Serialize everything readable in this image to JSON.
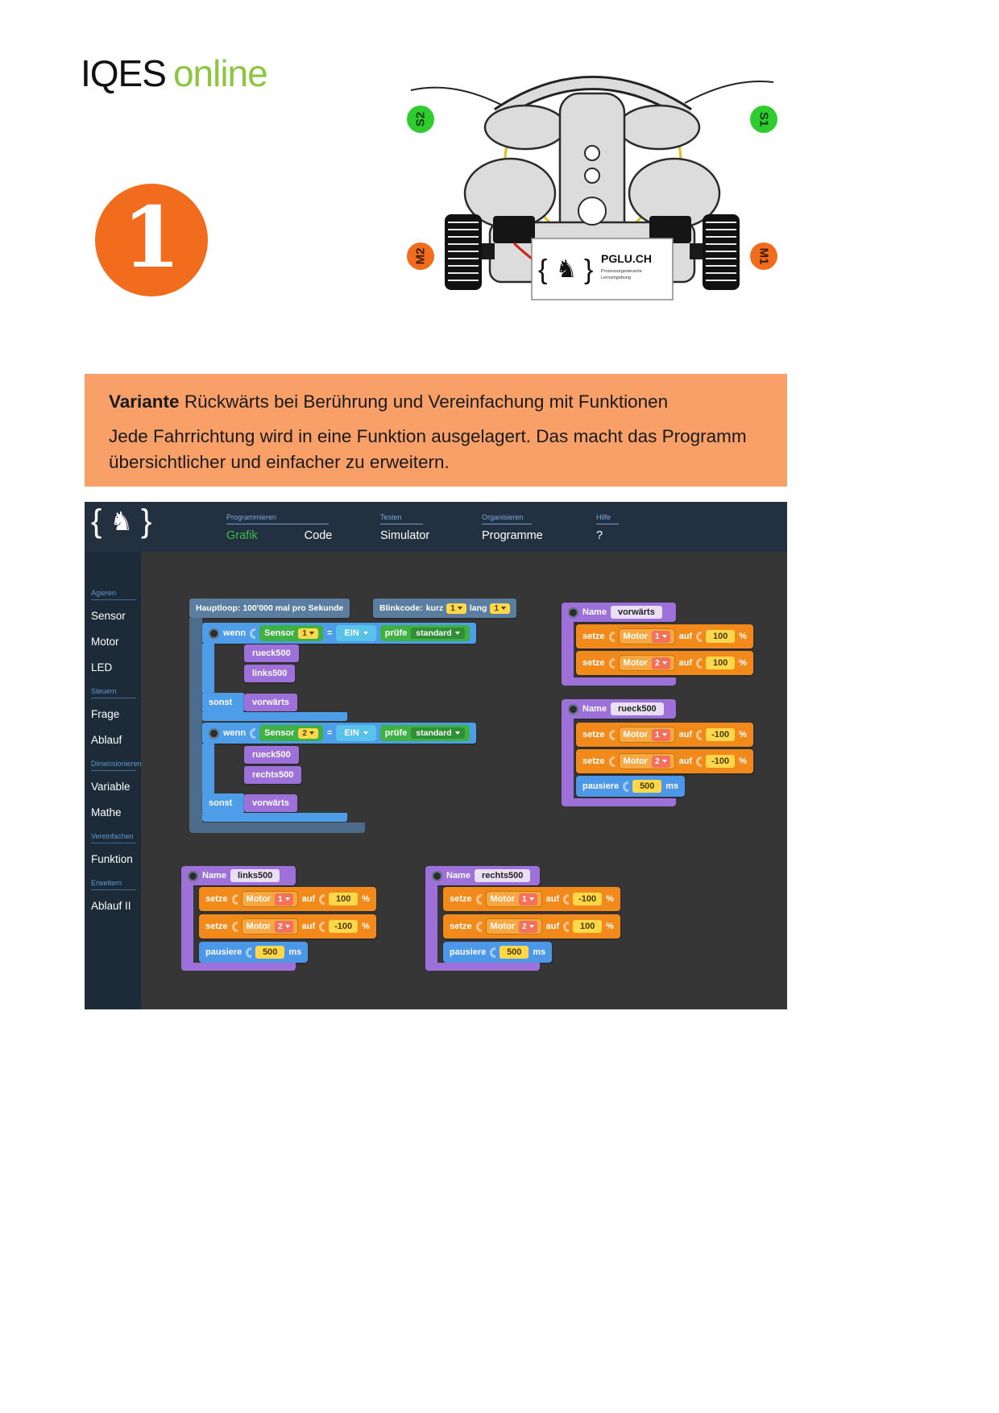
{
  "icons": {
    "horse": "♞",
    "brace_open": "{",
    "brace_close": "}"
  },
  "page": {
    "logo_iqes": "IQES",
    "logo_online": "online",
    "step_number": "1",
    "diagram": {
      "s2": "S2",
      "s1": "S1",
      "m2": "M2",
      "m1": "M1",
      "pglu_brand": "PGLU.CH",
      "pglu_sub1": "Prozessorgesteuerte",
      "pglu_sub2": "Lernumgebung"
    },
    "variant_box": {
      "heading_bold": "Variante",
      "heading_rest": "Rückwärts bei Berührung und Vereinfachung mit Funktionen",
      "body": "Jede Fahrrichtung wird in eine Funktion ausgelagert. Das macht das Programm übersichtlicher und einfacher zu erweitern."
    }
  },
  "app": {
    "menu": {
      "programmieren": "Programmieren",
      "grafik": "Grafik",
      "code": "Code",
      "testen": "Testen",
      "simulator": "Simulator",
      "organisieren": "Organisieren",
      "programme": "Programme",
      "hilfe": "Hilfe",
      "hilfe_item": "?"
    },
    "sidebar": {
      "sections": [
        {
          "label": "Agieren",
          "items": [
            "Sensor",
            "Motor",
            "LED"
          ]
        },
        {
          "label": "Steuern",
          "items": [
            "Frage",
            "Ablauf"
          ]
        },
        {
          "label": "Dimensionieren",
          "items": [
            "Variable",
            "Mathe"
          ]
        },
        {
          "label": "Vereinfachen",
          "items": [
            "Funktion"
          ]
        },
        {
          "label": "Erweitern",
          "items": [
            "Ablauf II"
          ]
        }
      ]
    },
    "labels": {
      "wenn": "wenn",
      "sonst": "sonst",
      "gleich": "=",
      "pruefe": "prüfe",
      "sensor": "Sensor",
      "name": "Name",
      "setze": "setze",
      "motor": "Motor",
      "auf": "auf",
      "percent": "%",
      "pausiere": "pausiere",
      "ms": "ms"
    },
    "hauptloop": {
      "title": "Hauptloop: 100'000 mal pro Sekunde",
      "blinkcode_label": "Blinkcode:",
      "kurz_label": "kurz",
      "kurz_value": "1",
      "lang_label": "lang",
      "lang_value": "1"
    },
    "wenn_blocks": [
      {
        "sensor_value": "1",
        "state": "EIN",
        "pruefe_value": "standard",
        "call_0": "rueck500",
        "call_1": "links500",
        "else_call": "vorwärts"
      },
      {
        "sensor_value": "2",
        "state": "EIN",
        "pruefe_value": "standard",
        "call_0": "rueck500",
        "call_1": "rechts500",
        "else_call": "vorwärts"
      }
    ],
    "functions": [
      {
        "name": "vorwärts",
        "rows": [
          {
            "motor": "1",
            "value": "100"
          },
          {
            "motor": "2",
            "value": "100"
          }
        ]
      },
      {
        "name": "rueck500",
        "rows": [
          {
            "motor": "1",
            "value": "-100"
          },
          {
            "motor": "2",
            "value": "-100"
          }
        ],
        "pause": "500"
      },
      {
        "name": "links500",
        "rows": [
          {
            "motor": "1",
            "value": "100"
          },
          {
            "motor": "2",
            "value": "-100"
          }
        ],
        "pause": "500"
      },
      {
        "name": "rechts500",
        "rows": [
          {
            "motor": "1",
            "value": "-100"
          },
          {
            "motor": "2",
            "value": "100"
          }
        ],
        "pause": "500"
      }
    ]
  }
}
